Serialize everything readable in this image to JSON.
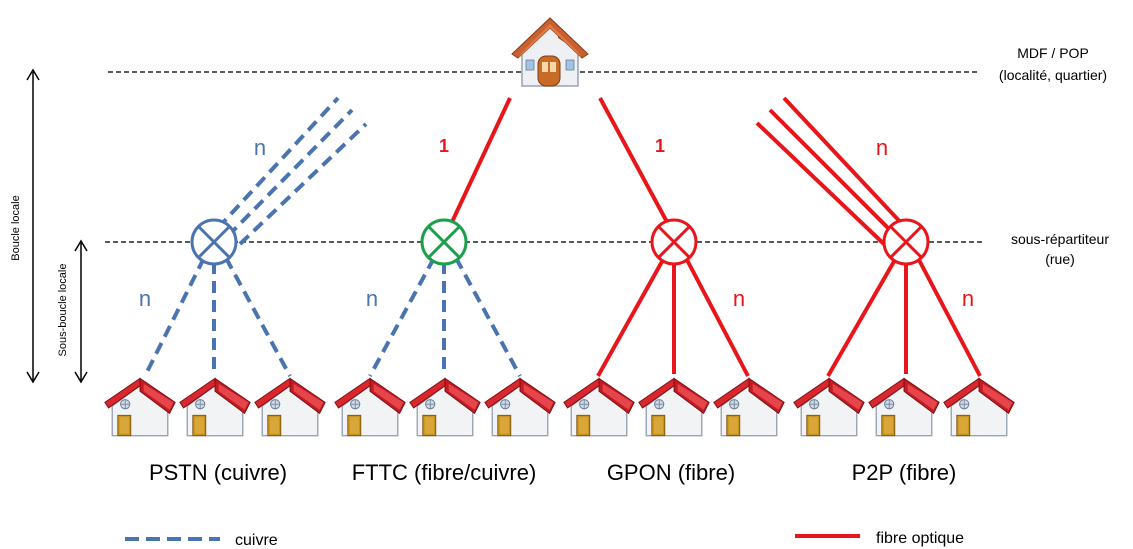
{
  "top_labels": {
    "mdf_line1": "MDF / POP",
    "mdf_line2": "(localité, quartier)",
    "sr_line1": "sous-répartiteur",
    "sr_line2": "(rue)"
  },
  "side_labels": {
    "boucle_locale": "Boucle locale",
    "sous_boucle_locale": "Sous-boucle locale"
  },
  "networks": [
    {
      "name": "PSTN (cuivre)",
      "upper_count": "n",
      "lower_count": "n"
    },
    {
      "name": "FTTC (fibre/cuivre)",
      "upper_count": "1",
      "lower_count": "n"
    },
    {
      "name": "GPON (fibre)",
      "upper_count": "1",
      "lower_count": "n"
    },
    {
      "name": "P2P (fibre)",
      "upper_count": "n",
      "lower_count": "n"
    }
  ],
  "legend": {
    "copper_label": "cuivre",
    "fiber_label": "fibre optique"
  },
  "colors": {
    "copper": "#4a74b0",
    "fiber": "#e8161b",
    "fttc_node": "#1aa04a",
    "dashed_line": "#222222"
  }
}
